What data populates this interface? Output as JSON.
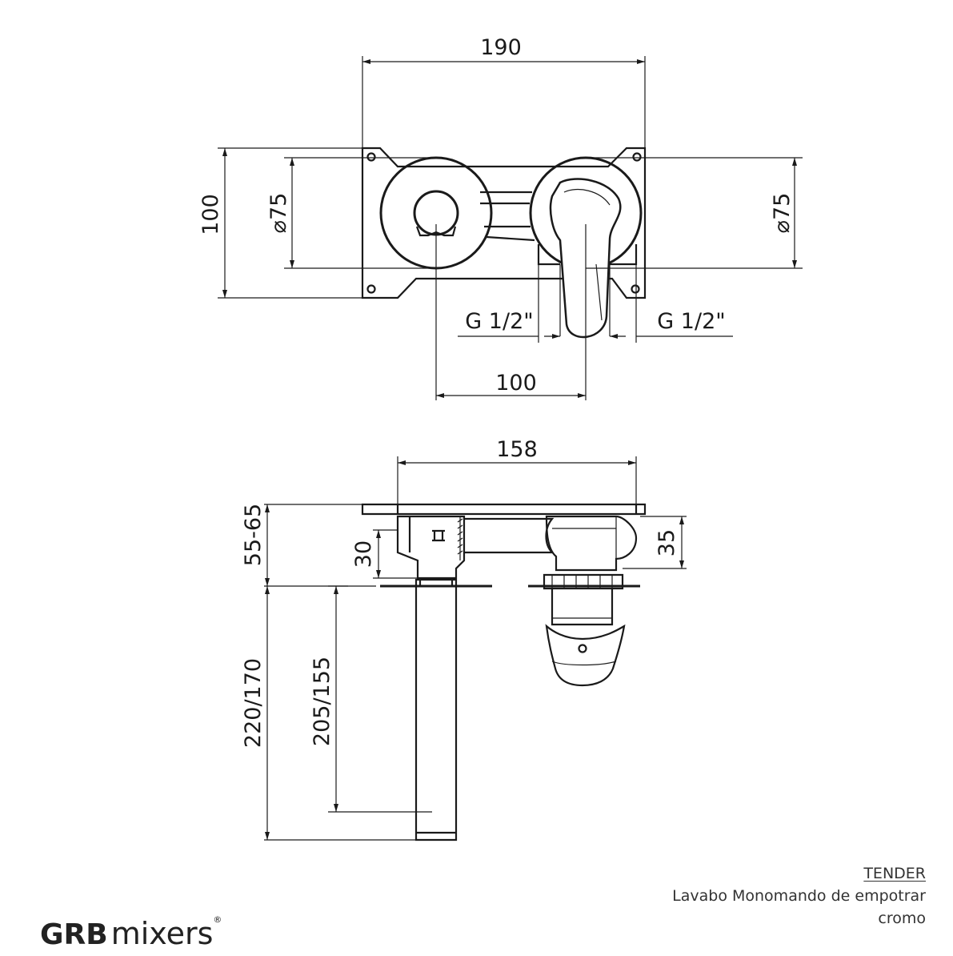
{
  "top_view": {
    "dim_width": "190",
    "dim_height": "100",
    "dim_diameter_left": "⌀75",
    "dim_diameter_right": "⌀75",
    "dim_thread_left": "G 1/2\"",
    "dim_thread_right": "G 1/2\"",
    "dim_spacing": "100"
  },
  "side_view": {
    "dim_depth": "158",
    "dim_wall_range": "55-65",
    "dim_body_offset": "30",
    "dim_spout_height": "35",
    "dim_total_length": "220/170",
    "dim_pipe_length": "205/155"
  },
  "title_block": {
    "model": "TENDER",
    "description": "Lavabo Monomando de empotrar",
    "finish": "cromo"
  },
  "brand": {
    "part1": "GRB",
    "part2": "mixers",
    "mark": "®"
  }
}
